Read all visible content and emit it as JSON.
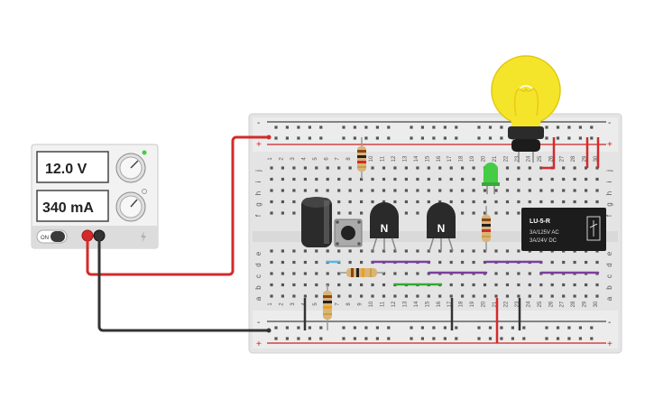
{
  "power_supply": {
    "voltage_display": "12.0 V",
    "current_display": "340 mA",
    "power_switch_label": "ON",
    "voltage_knob_icon": "knob-icon",
    "current_knob_icon": "knob-icon"
  },
  "breadboard": {
    "column_numbers": [
      "1",
      "2",
      "3",
      "4",
      "5",
      "6",
      "7",
      "8",
      "9",
      "10",
      "11",
      "12",
      "13",
      "14",
      "15",
      "16",
      "17",
      "18",
      "19",
      "20",
      "21",
      "22",
      "23",
      "24",
      "25",
      "26",
      "27",
      "28",
      "29",
      "30"
    ],
    "row_letters_top": [
      "j",
      "i",
      "h",
      "g",
      "f"
    ],
    "row_letters_bottom": [
      "e",
      "d",
      "c",
      "b",
      "a"
    ],
    "rail_minus": "-",
    "rail_plus": "+"
  },
  "components": {
    "transistor_1_label": "N",
    "transistor_2_label": "N",
    "relay_title": "LU-5-R",
    "relay_line_1": "3A/125V AC",
    "relay_line_2": "3A/24V  DC"
  },
  "colors": {
    "wire_red": "#d42a2a",
    "wire_black": "#333333",
    "wire_purple": "#7b3fa0",
    "wire_green": "#33aa33",
    "led_green": "#44cc44",
    "bulb_yellow": "#f5e52a",
    "breadboard_body": "#e8e8e8"
  }
}
